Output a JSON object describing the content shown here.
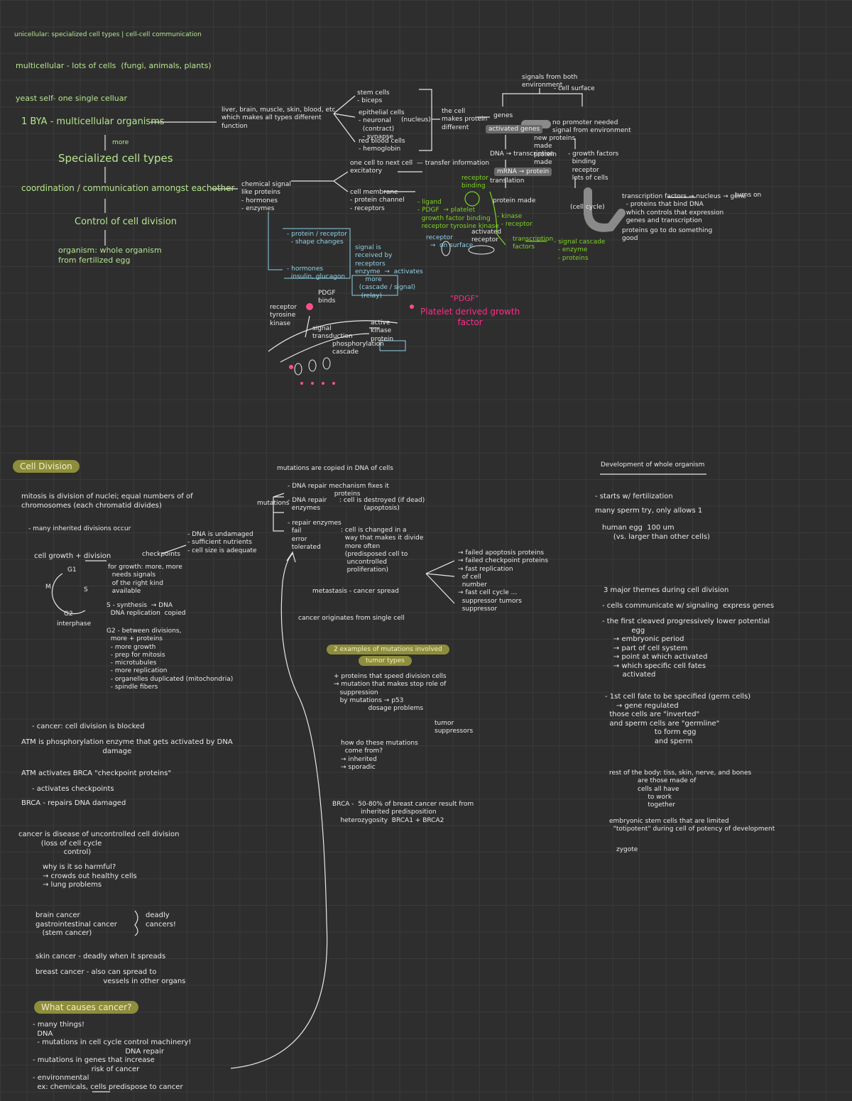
{
  "top_left": {
    "line1": "unicellular: specialized cell types | cell-cell communication",
    "line2": "multicellular - lots of cells  (fungi, animals, plants)",
    "line3": "yeast self- one single celluar",
    "line4": "1 BYA - multicellular organisms",
    "arrow1": "more",
    "line5": "Specialized cell types",
    "line6": "coordination / communication amongst eachother",
    "line7": "Control of cell division",
    "line8": "organism: whole organism from fertilized egg"
  },
  "top_mid": {
    "tissues": "liver, brain, muscle, skin, blood, etc\nwhich makes all types different\nfunction",
    "branch_top": "stem cells\n- biceps",
    "branch_mid": "epithelial cells\n- neuronal\n  (contract)\n  - synapse",
    "branch_bot": "red blood cells\n- hemoglobin",
    "nucleus_label": "(nucleus)",
    "signal_label": "chemical signal\nlike proteins\n- hormones\n- enzymes",
    "cell_membrane": "cell membrane\n- protein channel\n- receptors",
    "right_of_bracket": "the cell\nmakes protein\ndifferent",
    "exc_note": "one cell to next cell  — transfer information\nexcitatory"
  },
  "blue_notes": {
    "a": "- protein / receptor\n  - shape changes",
    "b": "- hormones\n  insulin, glucagon",
    "c": "signal is\nreceived by\nreceptors\nenzyme  →  activates\n     more\n  (cascade / signal)\n   (relay)",
    "d": "receptor\n  →  on surface"
  },
  "lime_notes": {
    "a": "receptor\nbinding",
    "b": "- ligand\n- PDGF  → platelet\n  growth factor binding\n  receptor tyrosine kinase",
    "c": "- kinase\n  - receptor",
    "d": "activated\nreceptor",
    "e": "transcription\nfactors",
    "f": "- signal cascade\n  - enzyme\n  - proteins"
  },
  "top_right": {
    "top_note": "signals from both\nenvironment",
    "top_note2": "- cell surface",
    "g1": "genes",
    "g2": "activated genes",
    "g3": "DNA → transcription",
    "g4": "mRNA → protein",
    "g5": "translation",
    "g6": "protein made",
    "g7": "new proteins\nmade\nprotein\nmade",
    "r1": "no promoter needed\nsignal from environment",
    "r2": "- growth factors\n  binding\n  receptor\n  lots of cells",
    "r3": "(cell cycle)",
    "r4": "transcription factors → nucleus → gene\n  - proteins that bind DNA\n  which controls that expression\n  genes and transcription",
    "r5": "proteins go to do something\ngood",
    "r6": "turns on"
  },
  "pink": {
    "a": "\"PDGF\"",
    "b": "Platelet derived growth\nfactor"
  },
  "membrane_notes": {
    "a": "receptor\ntyrosine\nkinase",
    "b": "PDGF\nbinds",
    "c": "signal\ntransduction",
    "d": "phosphorylation\ncascade",
    "e": "active\nkinase\nprotein"
  },
  "cell_division": {
    "heading": "Cell Division",
    "p1": "mitosis is division of nuclei; equal numbers of of\nchromosomes (each chromatid divides)",
    "p2": "- many inherited divisions occur",
    "p3": "cell growth + division",
    "phases": {
      "g1": "G1",
      "s": "S",
      "g2": "G2",
      "m": "M",
      "center": "interphase"
    },
    "p4": "checkpoints",
    "p5": "- DNA is undamaged\n- sufficient nutrients\n- cell size is adequate",
    "p6": "for growth: more, more\n  needs signals\n  of the right kind\n  available",
    "p7": "S - synthesis  → DNA\n  DNA replication  copied",
    "p8": "G2 - between divisions,\n  more + proteins\n  - more growth\n  - prep for mitosis\n  - microtubules\n  - more replication\n  - organelles duplicated (mitochondria)\n  - spindle fibers",
    "p9": "- cancer: cell division is blocked",
    "p10": "ATM is phosphorylation enzyme that gets activated by DNA\n                                    damage",
    "p11": "ATM activates BRCA \"checkpoint proteins\"",
    "p12": "- activates checkpoints",
    "p13": "BRCA - repairs DNA damaged",
    "p14": "cancer is disease of uncontrolled cell division\n          (loss of cell cycle\n                    control)",
    "p15": "why is it so harmful?\n→ crowds out healthy cells\n→ lung problems",
    "p16": "brain cancer\ngastrointestinal cancer\n   (stem cancer)",
    "p16b": "deadly\ncancers!",
    "p17": "skin cancer - deadly when it spreads",
    "p18": "breast cancer - also can spread to\n                              vessels in other organs"
  },
  "causes": {
    "heading": "What causes cancer?",
    "p1": "- many things!\n  DNA\n  - mutations in cell cycle control machinery!\n                                         DNA repair\n- mutations in genes that increase\n                          risk of cancer\n- environmental\n  ex: chemicals, cells predispose to cancer"
  },
  "mutations": {
    "title": "mutations are copied in DNA of cells",
    "label": "mutations",
    "b1": "- DNA repair mechanism fixes it\n                       proteins",
    "b2": "- DNA repair\n  enzymes",
    "b2r": ": cell is destroyed (if dead)\n            (apoptosis)",
    "b3": "- repair enzymes\n  fail\n  error\n  tolerated",
    "b3r": ": cell is changed in a\n  way that makes it divide\n  more often\n  (predisposed cell to\n   uncontrolled\n   proliferation)",
    "right": "→ failed apoptosis proteins\n→ failed checkpoint proteins\n→ fast replication\n  of cell\n  number\n→ fast cell cycle ...\n  suppressor tumors\n  suppressor",
    "p1": "metastasis - cancer spread",
    "p2": "cancer originates from single cell",
    "hl1": "2 examples of mutations involved",
    "hl2": "tumor types",
    "p3": "+ proteins that speed division cells\n→ mutation that makes stop role of\n   suppression\n   by mutations → p53\n                 dosage problems",
    "p3b": "tumor\nsuppressors",
    "p4": "how do these mutations\n  come from?\n→ inherited\n→ sporadic",
    "p5": "BRCA -  50-80% of breast cancer result from\n              inherited predisposition\n    heterozygosity  BRCA1 + BRCA2"
  },
  "right_col": {
    "heading": "Development of whole organism",
    "p1": "- starts w/ fertilization",
    "p2": "many sperm try, only allows 1",
    "p3": "human egg  100 um\n     (vs. larger than other cells)",
    "p4": "3 major themes during cell division",
    "p5": "- cells communicate w/ signaling  express genes",
    "p6": "- the first cleaved progressively lower potential\n             egg\n     → embryonic period\n     → part of cell system\n     → point at which activated\n     → which specific cell fates\n         activated",
    "p7": "- 1st cell fate to be specified (germ cells)\n     → gene regulated\n  those cells are \"inverted\"\n  and sperm cells are \"germline\"\n                      to form egg\n                      and sperm",
    "p8": "rest of the body: tiss, skin, nerve, and bones\n              are those made of\n              cells all have\n                   to work\n                   together",
    "p9": "embryonic stem cells that are limited\n  \"totipotent\" during cell of potency of development",
    "p10": "zygote"
  }
}
